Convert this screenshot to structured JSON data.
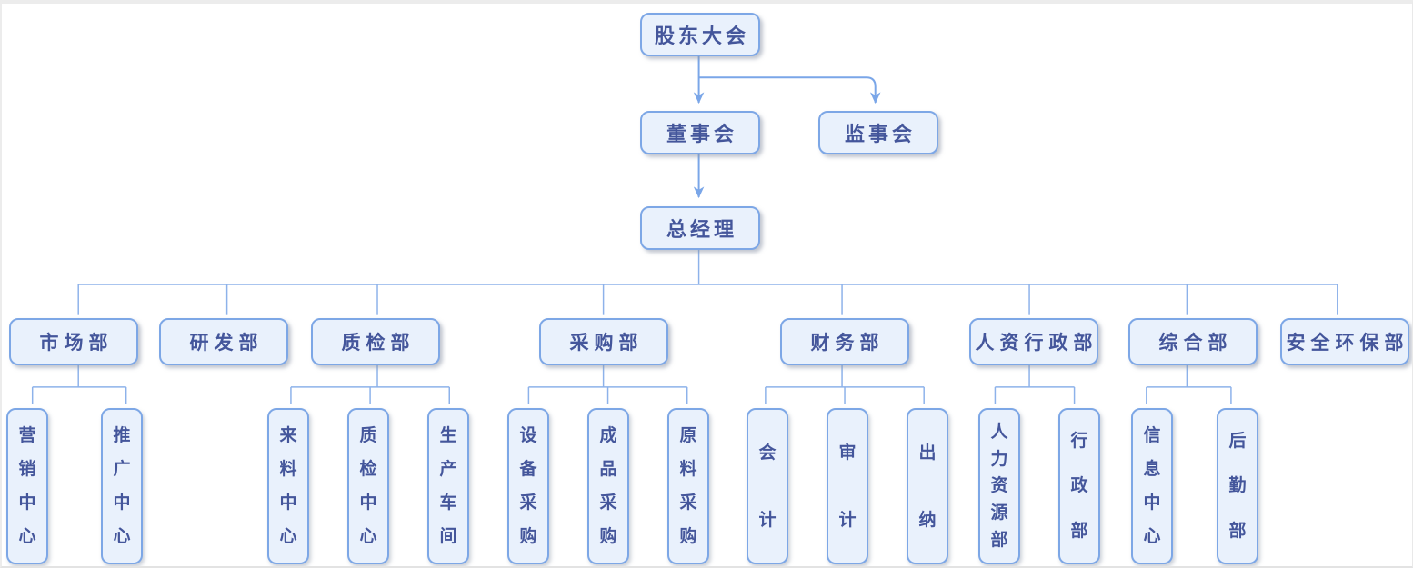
{
  "colors": {
    "box_fill": "#e9f1fc",
    "box_border": "#7da7e6",
    "text": "#44569b",
    "tree_line": "#8db2ea",
    "arrow_line": "#7aa6e8"
  },
  "org": {
    "shareholders": {
      "label": "股东大会"
    },
    "board": {
      "label": "董事会"
    },
    "supervisory": {
      "label": "监事会"
    },
    "general_manager": {
      "label": "总经理"
    },
    "departments": [
      {
        "label": "市场部",
        "children": [
          "营销中心",
          "推广中心"
        ]
      },
      {
        "label": "研发部",
        "children": []
      },
      {
        "label": "质检部",
        "children": [
          "来料中心",
          "质检中心",
          "生产车间"
        ]
      },
      {
        "label": "采购部",
        "children": [
          "设备采购",
          "成品采购",
          "原料采购"
        ]
      },
      {
        "label": "财务部",
        "children": [
          "会计",
          "审计",
          "出纳"
        ]
      },
      {
        "label": "人资行政部",
        "children": [
          "人力资源部",
          "行政部"
        ]
      },
      {
        "label": "综合部",
        "children": [
          "信息中心",
          "后勤部"
        ]
      },
      {
        "label": "安全环保部",
        "children": []
      }
    ]
  }
}
